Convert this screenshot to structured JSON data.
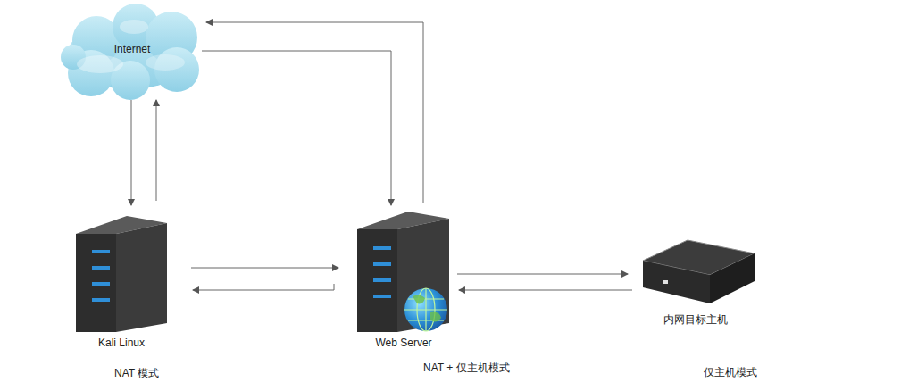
{
  "diagram": {
    "nodes": [
      {
        "text": [
          "Internet"
        ]
      },
      {
        "text": [
          "Kali Linux"
        ]
      },
      {
        "text": [
          "Web Server"
        ]
      },
      {
        "text": [
          "内网目标主机"
        ]
      }
    ],
    "edges": [
      {
        "from": 0,
        "to": 1,
        "arrow": "to"
      },
      {
        "from": 1,
        "to": 0,
        "arrow": "to"
      },
      {
        "from": 0,
        "to": 2,
        "arrow": "to"
      },
      {
        "from": 2,
        "to": 0,
        "arrow": "to"
      },
      {
        "from": 1,
        "to": 2,
        "arrow": "to"
      },
      {
        "from": 2,
        "to": 1,
        "arrow": "to"
      },
      {
        "from": 2,
        "to": 3,
        "arrow": "to"
      },
      {
        "from": 3,
        "to": 2,
        "arrow": "to"
      }
    ],
    "labels": [
      "NAT 模式",
      "NAT + 仅主机模式",
      "仅主机模式"
    ]
  }
}
